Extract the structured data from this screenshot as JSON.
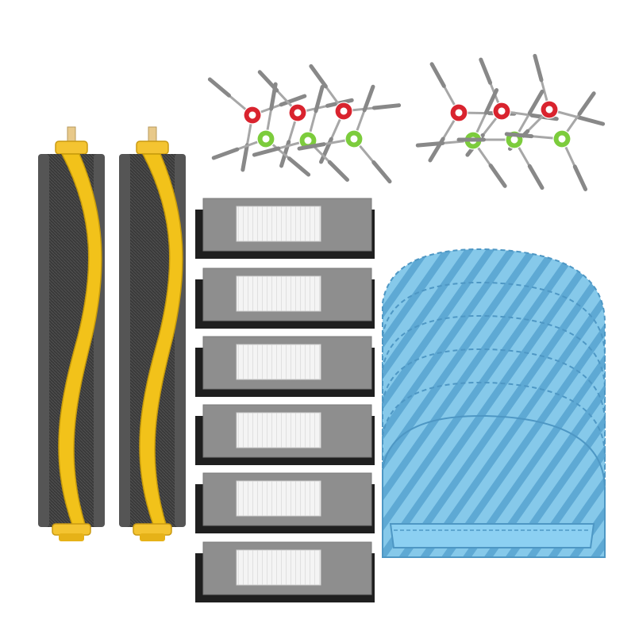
{
  "image": {
    "background_color": "#ffffff",
    "colors": {
      "roller_yellow": "#f2c21a",
      "roller_rubber": "#2e2e2e",
      "roller_cap": "#f4c431",
      "filter_frame": "#8e8e8e",
      "filter_sponge": "#1f1f1f",
      "filter_media": "#f4f4f4",
      "mop_blue": "#7fc4e8",
      "mop_stripe": "#5aa9d6",
      "brush_red": "#d9232e",
      "brush_green": "#7ccc3c",
      "brush_arm": "#a7a7a7"
    },
    "items": {
      "main_rollers": 2,
      "hepa_filters": 6,
      "mop_pads": 6,
      "side_brushes_red": 6,
      "side_brushes_green": 6
    }
  }
}
